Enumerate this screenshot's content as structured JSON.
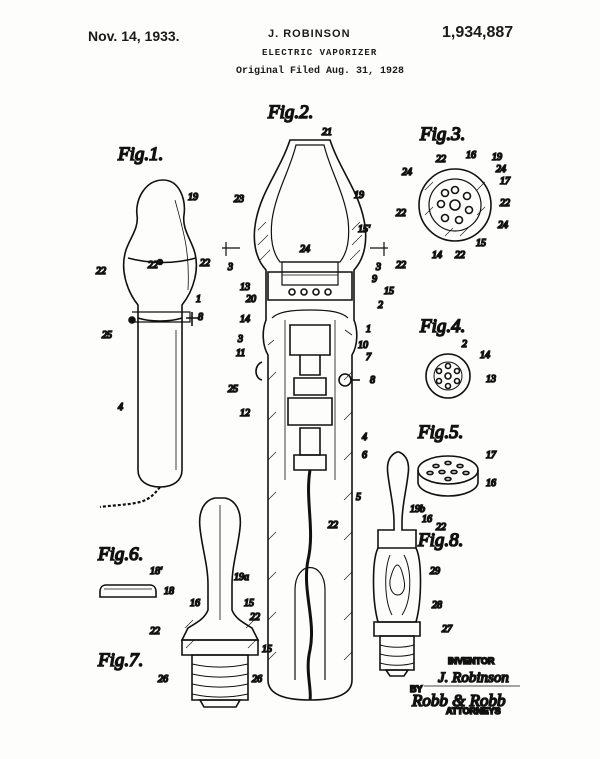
{
  "header": {
    "date": "Nov. 14, 1933.",
    "inventor_name": "J. ROBINSON",
    "patent_number": "1,934,887",
    "title": "ELECTRIC VAPORIZER",
    "filed": "Original Filed Aug. 31, 1928"
  },
  "figures": {
    "fig1": "Fig.1.",
    "fig2": "Fig.2.",
    "fig3": "Fig.3.",
    "fig4": "Fig.4.",
    "fig5": "Fig.5.",
    "fig6": "Fig.6.",
    "fig7": "Fig.7.",
    "fig8": "Fig.8."
  },
  "reference_numerals": {
    "n1": "1",
    "n2": "2",
    "n3": "3",
    "n4": "4",
    "n5": "5",
    "n6": "6",
    "n7": "7",
    "n8": "8",
    "n9": "9",
    "n10": "10",
    "n11": "11",
    "n12": "12",
    "n13": "13",
    "n14": "14",
    "n15": "15",
    "n16": "16",
    "n17": "17",
    "n18": "18",
    "n18p": "18'",
    "n19": "19",
    "n19a": "19a",
    "n19b": "19b",
    "n20": "20",
    "n21": "21",
    "n22": "22",
    "n23": "23",
    "n24": "24",
    "n25": "25",
    "n26": "26",
    "n27": "27",
    "n28": "28",
    "n29": "29",
    "n15p": "15'"
  },
  "footer": {
    "inventor_label": "INVENTOR",
    "inventor_signature": "J. Robinson",
    "by_label": "BY",
    "attorney_signature": "Robb & Robb",
    "attorneys_label": "ATTORNEYS"
  }
}
